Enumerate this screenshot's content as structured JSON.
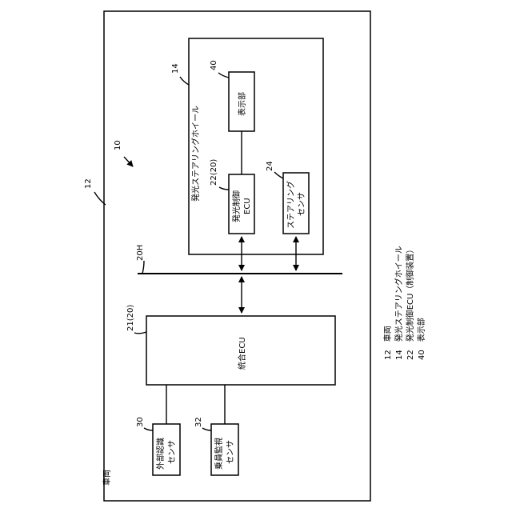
{
  "vehicle": {
    "ref": "12",
    "label": "車両"
  },
  "system": {
    "ref": "10"
  },
  "steering_wheel": {
    "ref": "14",
    "label": "発光ステアリングホイール"
  },
  "display": {
    "ref": "40",
    "label": "表示部"
  },
  "light_ecu": {
    "ref": "22(20)",
    "label_line1": "発光制御",
    "label_line2": "ECU"
  },
  "steering_sensor": {
    "ref": "24",
    "label_line1": "ステアリング",
    "label_line2": "センサ"
  },
  "bus": {
    "ref": "20H"
  },
  "integrated_ecu": {
    "ref": "21(20)",
    "label": "統合ECU"
  },
  "external_sensor": {
    "ref": "30",
    "label_line1": "外部認識",
    "label_line2": "センサ"
  },
  "occupant_sensor": {
    "ref": "32",
    "label_line1": "乗員監視",
    "label_line2": "センサ"
  },
  "legend": [
    "12　車両",
    "14　発光ステアリングホイール",
    "22　発光制御ECU（制御装置）",
    "40　表示部"
  ]
}
